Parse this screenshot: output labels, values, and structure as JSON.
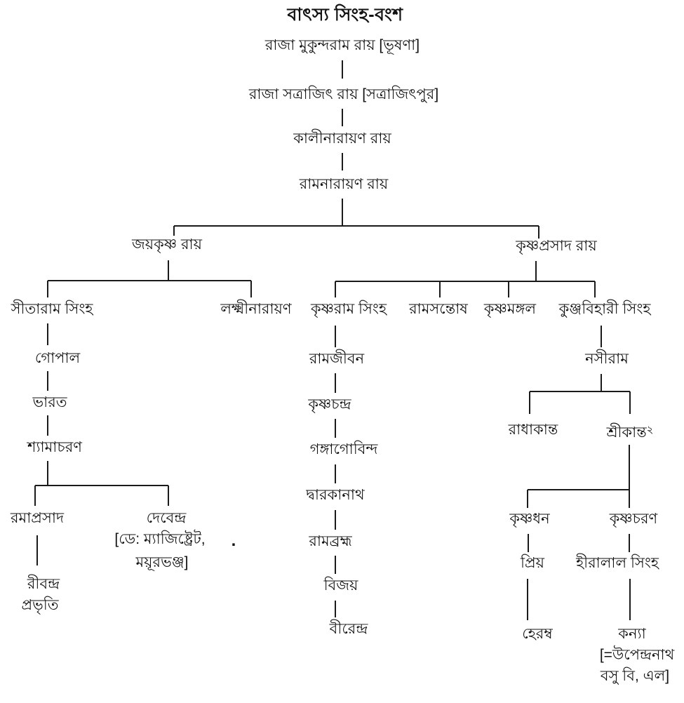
{
  "title": "বাৎস্য সিংহ-বংশ",
  "tree": {
    "mukundaram": "রাজা মুকুন্দরাম রায় [ভূষণা]",
    "satrajit": "রাজা সত্রাজিৎ রায় [সত্রাজিৎপুর]",
    "kalinarayan": "কালীনারায়ণ রায়",
    "ramnarayan": "রামনারায়ণ রায়",
    "jaykrishna": "জয়কৃষ্ণ রায়",
    "krishnaprasad": "কৃষ্ণপ্রসাদ রায়",
    "sitaram": "সীতারাম সিংহ",
    "lakshminarayan": "লক্ষ্মীনারায়ণ",
    "gopal": "গোপাল",
    "bharat": "ভারত",
    "shyamacharan": "শ্যামাচরণ",
    "ramaprasad": "রমাপ্রসাদ",
    "debendra": "দেবেন্দ্র",
    "debendra_note1": "[ডে: ম্যাজিষ্ট্রেট,",
    "debendra_note2": "ময়ূরভঞ্জ]",
    "stray_dot": ".",
    "ribandra": "রীবন্দ্র",
    "prabhriti": "প্রভৃতি",
    "krishnaram": "কৃষ্ণরাম সিংহ",
    "ramsantosh": "রামসন্তোষ",
    "krishnamangal": "কৃষ্ণমঙ্গল",
    "kunjabihari": "কুঞ্জবিহারী সিংহ",
    "ramjiban": "রামজীবন",
    "krishnachandra": "কৃষ্ণচন্দ্র",
    "gangagobinda": "গঙ্গাগোবিন্দ",
    "dwarkanath": "দ্বারকানাথ",
    "rambrahma": "রামব্রহ্ম",
    "bijay": "বিজয়",
    "birendra": "বীরেন্দ্র",
    "nasiram": "নসীরাম",
    "radhakanta": "রাধাকান্ত",
    "srikanta": "শ্রীকান্ত",
    "srikanta_sup": "২",
    "krishnadhan": "কৃষ্ণধন",
    "krishnacharan": "কৃষ্ণচরণ",
    "priya": "প্রিয়",
    "hiralal": "হীরালাল সিংহ",
    "heramba": "হেরম্ব",
    "kanya": "কন্যা",
    "kanya_note1": "[=উপেন্দ্রনাথ",
    "kanya_note2": "বসু বি, এল]"
  },
  "colors": {
    "ink": "#1a1a1a",
    "background": "#ffffff"
  }
}
